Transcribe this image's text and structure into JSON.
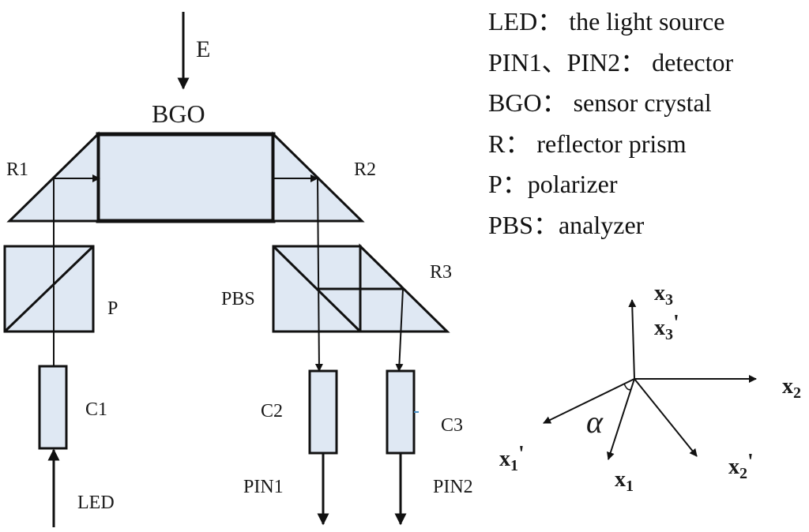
{
  "labels": {
    "e": "E",
    "bgo": "BGO",
    "r1": "R1",
    "r2": "R2",
    "r3": "R3",
    "p": "P",
    "pbs": "PBS",
    "c1": "C1",
    "c2": "C2",
    "c3": "C3",
    "led": "LED",
    "pin1": "PIN1",
    "pin2": "PIN2"
  },
  "legend": [
    "LED： the light source",
    "PIN1、PIN2： detector",
    "BGO： sensor crystal",
    "R：  reflector prism",
    "P：polarizer",
    "PBS：analyzer"
  ],
  "axes": {
    "x3": "x",
    "x3_sub": "3",
    "x3p": "x",
    "x3p_sub": "3",
    "x3p_prime": "'",
    "x2": "x",
    "x2_sub": "2",
    "x2p": "x",
    "x2p_sub": "2",
    "x2p_prime": "'",
    "x1": "x",
    "x1_sub": "1",
    "x1p": "x",
    "x1p_sub": "1",
    "x1p_prime": "'",
    "alpha": "α"
  },
  "colors": {
    "component_fill": "#dfe8f3",
    "stroke": "#111111"
  }
}
